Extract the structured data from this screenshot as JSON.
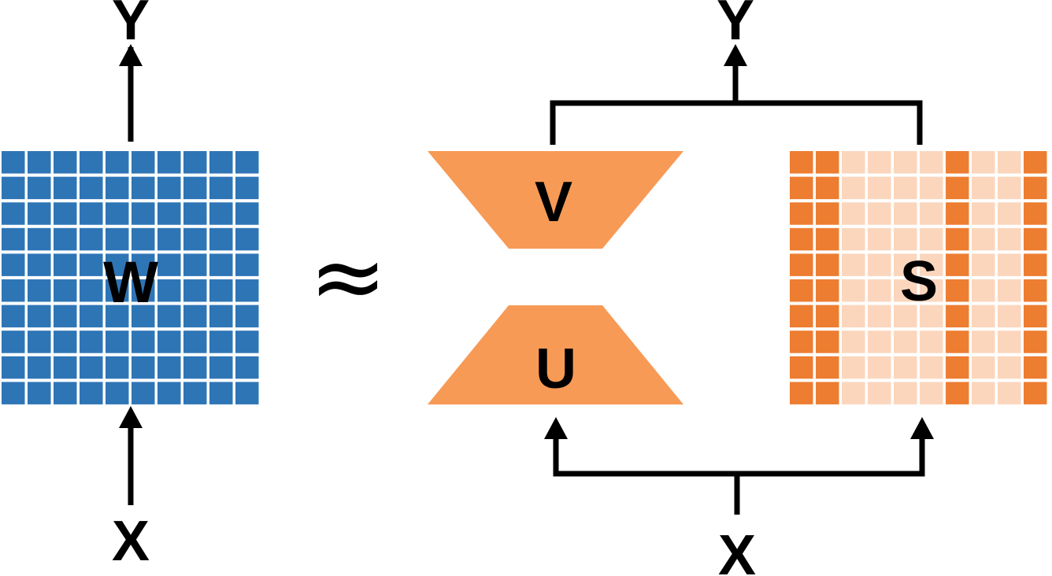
{
  "left_block": {
    "matrix_label": "W",
    "input_label": "X",
    "output_label": "Y",
    "rows": 10,
    "cols": 10,
    "cell_color": "#2E75B6"
  },
  "approx_symbol": "≈",
  "right_block": {
    "input_label": "X",
    "output_label": "Y",
    "top_trapezoid_label": "V",
    "bottom_trapezoid_label": "U",
    "sparse_matrix_label": "S",
    "trapezoid_color": "#F79A56",
    "sparse_rows": 10,
    "sparse_cols": 10,
    "sparse_dark_columns": [
      0,
      1,
      6,
      9
    ],
    "dark_cell_color": "#ED7D31",
    "light_cell_color": "#FBD6BD"
  },
  "line_color": "#000000"
}
